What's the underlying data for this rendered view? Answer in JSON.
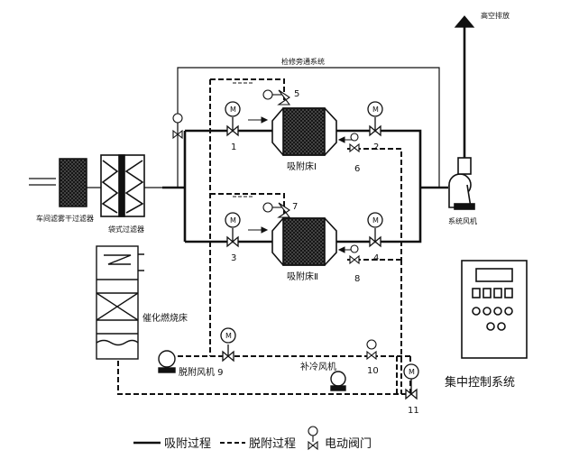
{
  "labels": {
    "high_exhaust": "高空排放",
    "bypass": "检修旁通系统",
    "prefilter": "车间滤雾干过滤器",
    "bag_filter": "袋式过滤器",
    "bed1": "吸附床Ⅰ",
    "bed2": "吸附床Ⅱ",
    "fan": "系统风机",
    "catalytic": "催化燃烧床",
    "desorb_fan": "脱附风机 9",
    "cool_fan": "补冷风机",
    "control": "集中控制系统"
  },
  "valves": [
    "1",
    "2",
    "3",
    "4",
    "5",
    "6",
    "7",
    "8",
    "10",
    "11"
  ],
  "valve_symbol": "M",
  "legend": {
    "adsorb": "吸附过程",
    "desorb": "脱附过程",
    "valve": "电动阀门"
  }
}
